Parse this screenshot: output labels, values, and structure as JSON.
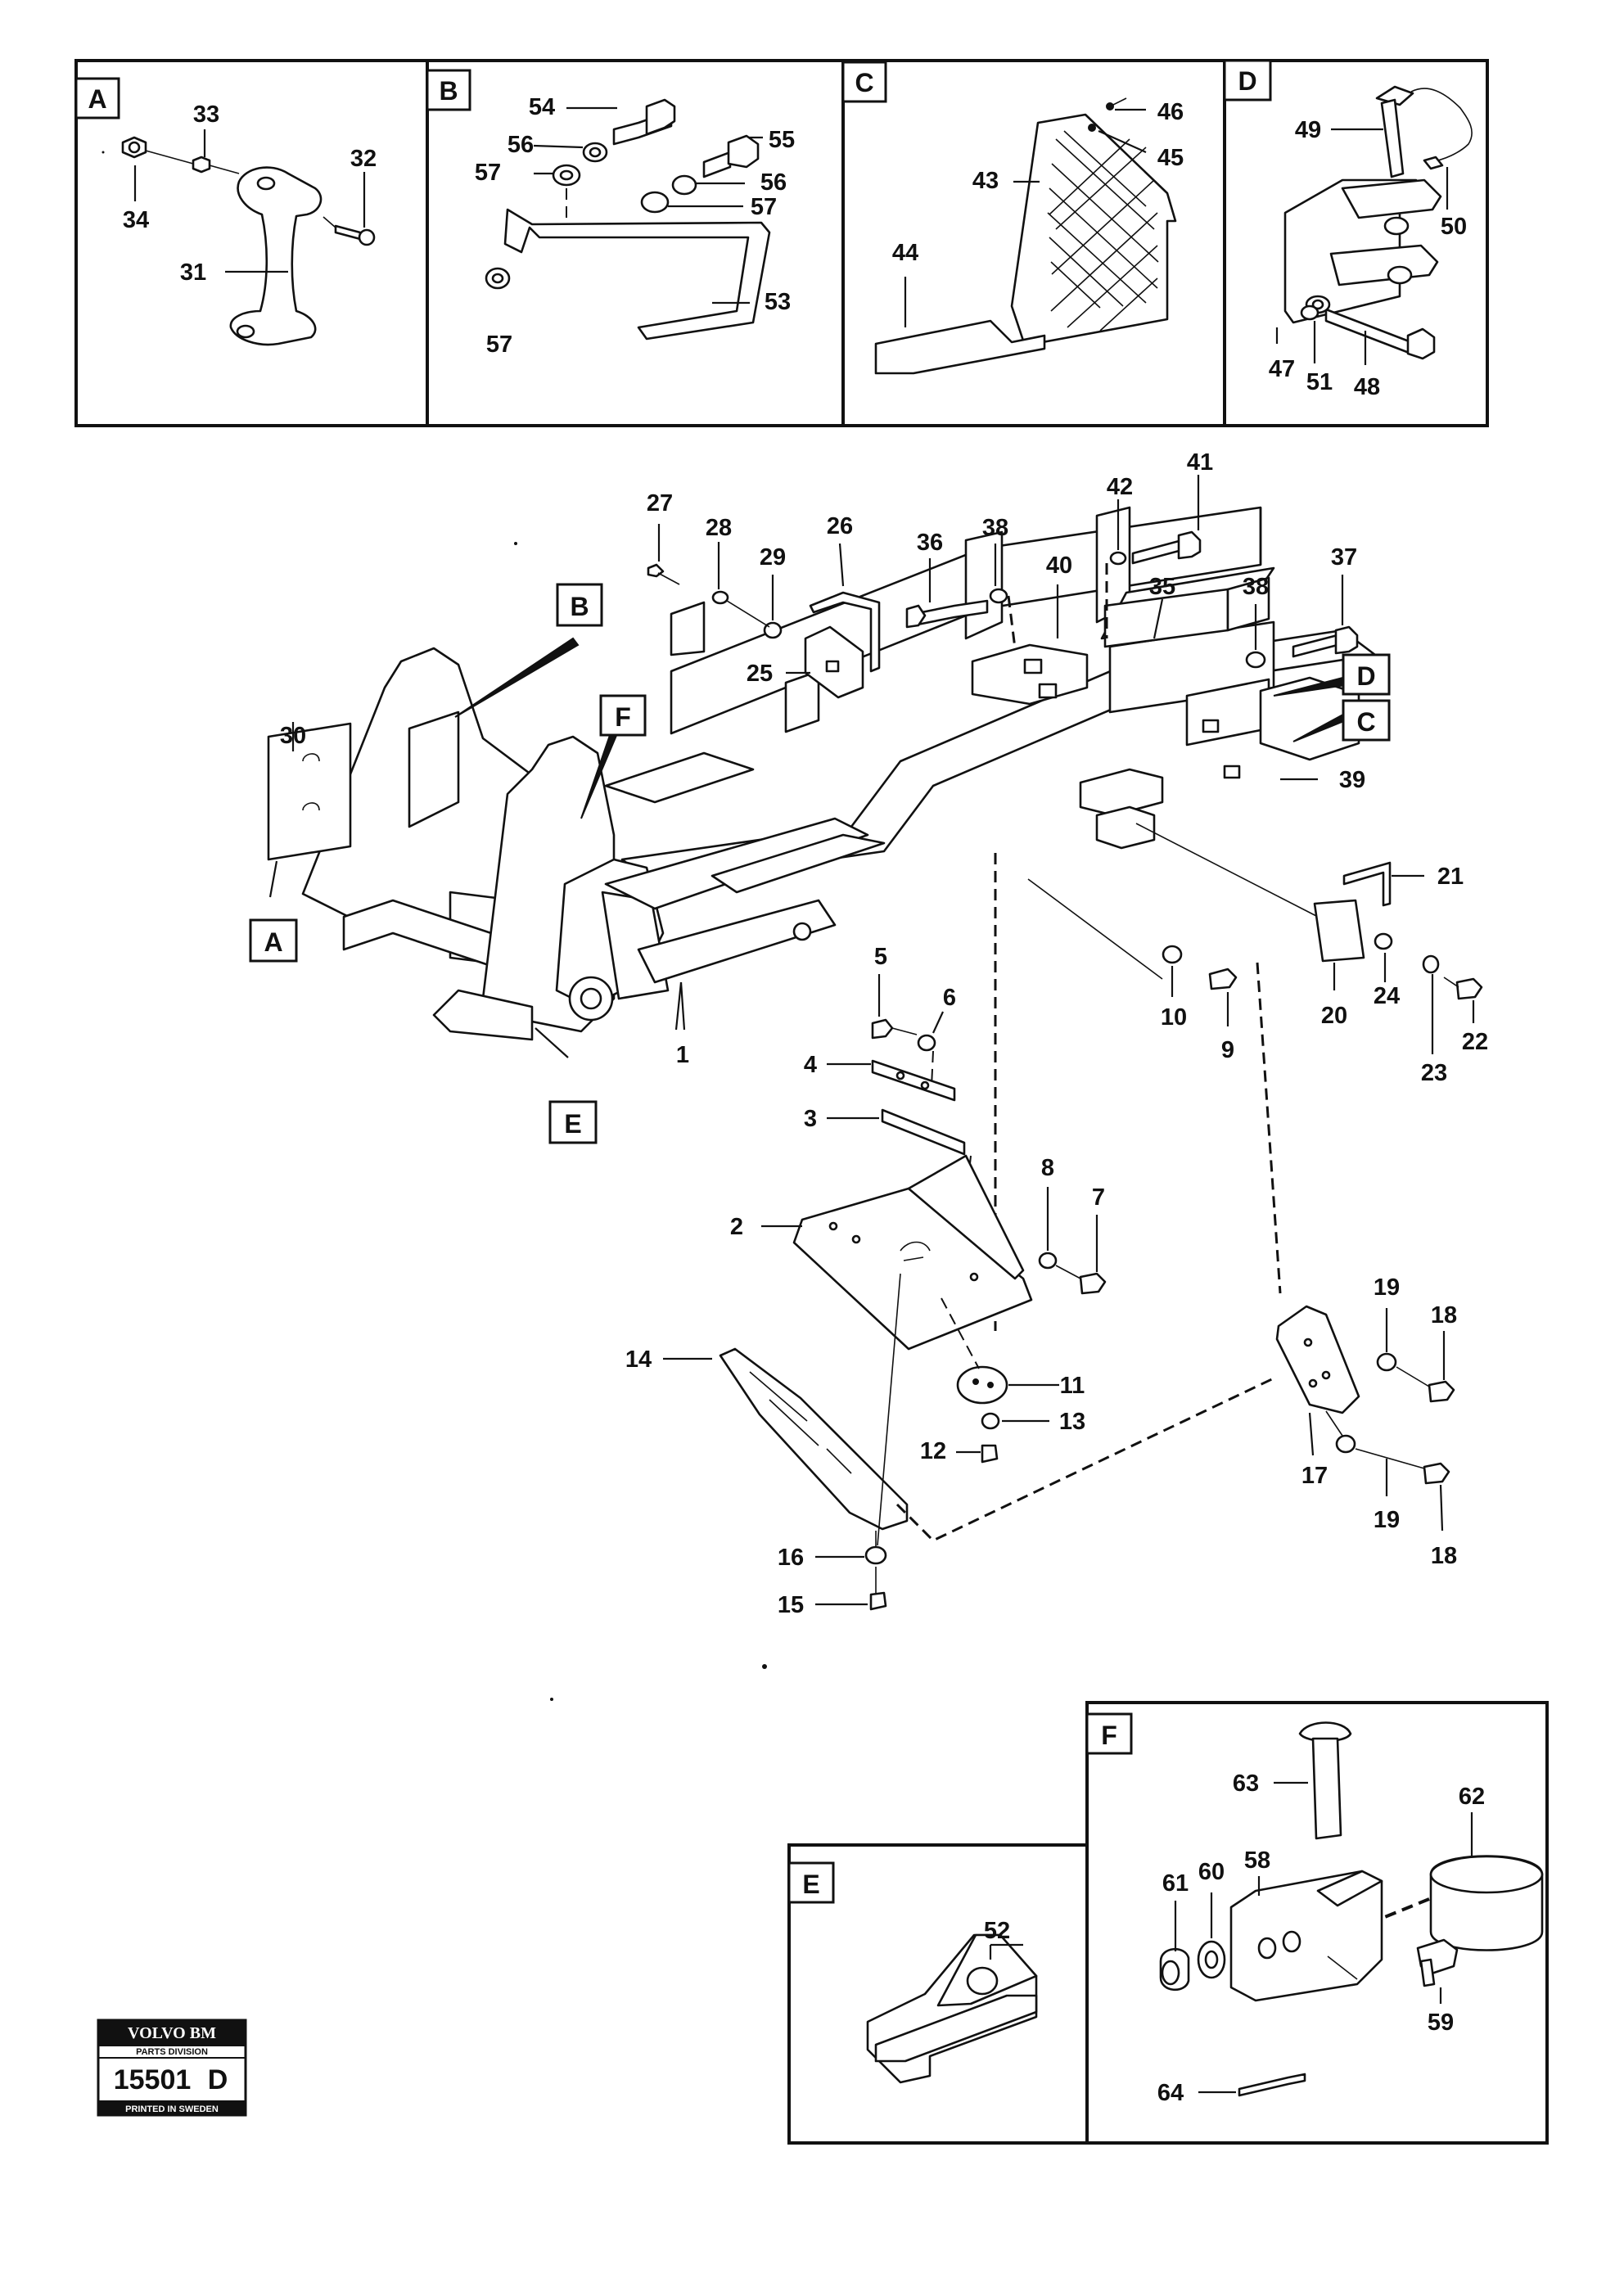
{
  "diagram": {
    "panels": {
      "A": "A",
      "B": "B",
      "C": "C",
      "D": "D",
      "E": "E",
      "F": "F"
    },
    "callouts": {
      "A": "A",
      "B": "B",
      "C": "C",
      "D": "D",
      "E": "E",
      "F": "F"
    },
    "parts": {
      "p1": "1",
      "p2": "2",
      "p3": "3",
      "p4": "4",
      "p5": "5",
      "p6": "6",
      "p7": "7",
      "p8": "8",
      "p9": "9",
      "p10": "10",
      "p11": "11",
      "p12": "12",
      "p13": "13",
      "p14": "14",
      "p15": "15",
      "p16": "16",
      "p17": "17",
      "p18a": "18",
      "p18b": "18",
      "p19a": "19",
      "p19b": "19",
      "p20": "20",
      "p21": "21",
      "p22": "22",
      "p23": "23",
      "p24": "24",
      "p25": "25",
      "p26": "26",
      "p27": "27",
      "p28": "28",
      "p29": "29",
      "p30": "30",
      "p31": "31",
      "p32": "32",
      "p33": "33",
      "p34": "34",
      "p35": "35",
      "p36": "36",
      "p37": "37",
      "p38a": "38",
      "p38b": "38",
      "p39": "39",
      "p40": "40",
      "p41": "41",
      "p42": "42",
      "p43": "43",
      "p44": "44",
      "p45": "45",
      "p46": "46",
      "p47": "47",
      "p48": "48",
      "p49": "49",
      "p50": "50",
      "p51": "51",
      "p52": "52",
      "p53": "53",
      "p54": "54",
      "p55": "55",
      "p56a": "56",
      "p56b": "56",
      "p57a": "57",
      "p57b": "57",
      "p57c": "57",
      "p58": "58",
      "p59": "59",
      "p60": "60",
      "p61": "61",
      "p62": "62",
      "p63": "63",
      "p64": "64"
    }
  },
  "badge": {
    "brand": "VOLVO BM",
    "division": "PARTS DIVISION",
    "code": "15501",
    "revision": "D",
    "printed": "PRINTED IN SWEDEN"
  }
}
